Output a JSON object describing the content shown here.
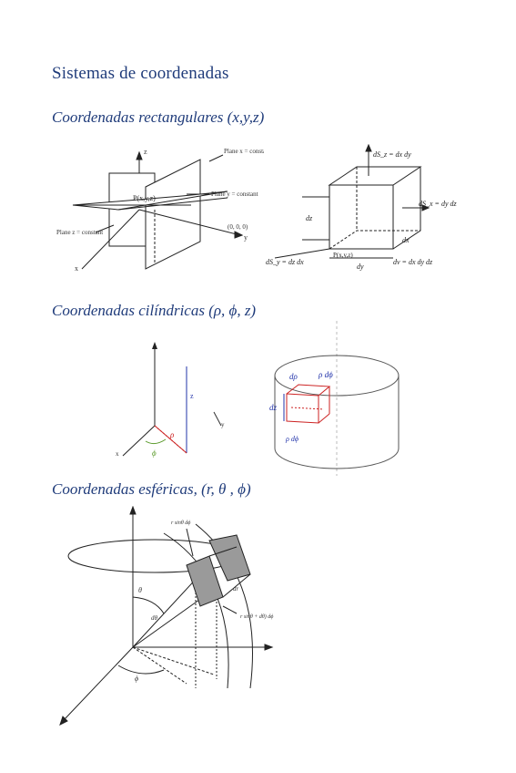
{
  "page": {
    "title": "Sistemas de coordenadas",
    "sections": {
      "rect": "Coordenadas rectangulares (x,y,z)",
      "cyl": "Coordenadas cilíndricas (ρ, ϕ, z)",
      "sph": "Coordenadas esféricas, (r, θ , ϕ)"
    }
  },
  "figures": {
    "rect_planes": {
      "plane_x": "Plane x = constant",
      "plane_y": "Plane y = constant",
      "plane_z": "Plane z = constant",
      "point": "P(x,y,z)",
      "origin_label": "(0, 0, 0)",
      "axis_x": "x",
      "axis_y": "y",
      "axis_z": "z"
    },
    "rect_cube": {
      "ds_z": "dS_z = dx dy",
      "ds_x": "dS_x = dy dz",
      "ds_y": "dS_y = dz dx",
      "dv": "dv = dx dy dz",
      "dx": "dx",
      "dy": "dy",
      "dz": "dz",
      "point": "P(x,y,z)"
    },
    "cyl_axes": {
      "z_label": "z",
      "rho_label": "ρ",
      "phi_label": "ϕ",
      "x_label": "x",
      "y_label": "y"
    },
    "cyl_element": {
      "d_rho": "dρ",
      "rho_dphi": "ρ dϕ",
      "dz": "dz",
      "rho_dphi_bottom": "ρ dϕ"
    },
    "sph": {
      "label_top": "r sinθ dϕ",
      "label_right": "r sinθ + dθ) dϕ",
      "theta": "θ",
      "phi": "ϕ",
      "d_theta": "dθ",
      "dr": "dr"
    }
  },
  "colors": {
    "heading": "#1f3b7a",
    "cyl_red": "#cc2222",
    "cyl_blue": "#2233aa",
    "cyl_green": "#5a9a2a",
    "sph_shade": "#9a9a9a"
  }
}
